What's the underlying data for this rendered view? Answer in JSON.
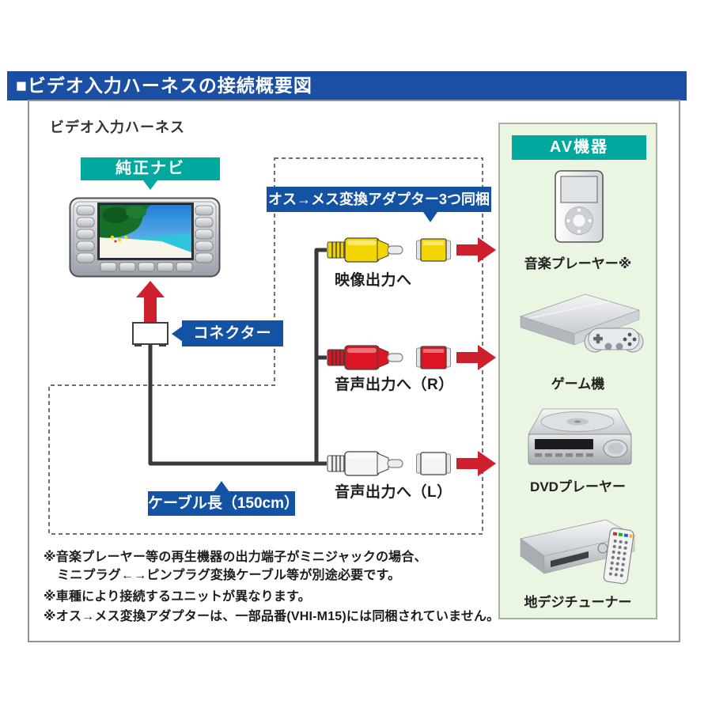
{
  "header": {
    "title": "■ビデオ入力ハーネスの接続概要図"
  },
  "colors": {
    "header_blue": "#1b4fa3",
    "tag_blue": "#1453a4",
    "teal": "#01a89d",
    "arrow_red": "#cd1f2c",
    "panel_green": "#eaf5e2",
    "cable_dark": "#383838"
  },
  "diagram": {
    "section_label": "ビデオ入力ハーネス",
    "nav_tag": "純正ナビ",
    "connector_tag": "コネクター",
    "adapter_tag": "オス→メス変換アダプター3つ同梱",
    "cable_tag": "ケーブル長（150cm）",
    "outputs": [
      {
        "label": "映像出力へ",
        "plug_color": "#f3d501"
      },
      {
        "label": "音声出力へ（R）",
        "plug_color": "#dd1421"
      },
      {
        "label": "音声出力へ（L）",
        "plug_color": "#f4f4f4"
      }
    ]
  },
  "av_panel": {
    "title": "AV機器",
    "devices": [
      {
        "label": "音楽プレーヤー※",
        "icon": "music-player-icon"
      },
      {
        "label": "ゲーム機",
        "icon": "game-console-icon"
      },
      {
        "label": "DVDプレーヤー",
        "icon": "dvd-player-icon"
      },
      {
        "label": "地デジチューナー",
        "icon": "tv-tuner-icon"
      }
    ]
  },
  "notes": [
    "※音楽プレーヤー等の再生機器の出力端子がミニジャックの場合、",
    "ミニプラグ←→ピンプラグ変換ケーブル等が別途必要です。",
    "※車種により接続するユニットが異なります。",
    "※オス→メス変換アダプターは、一部品番(VHI-M15)には同梱されていません。"
  ]
}
